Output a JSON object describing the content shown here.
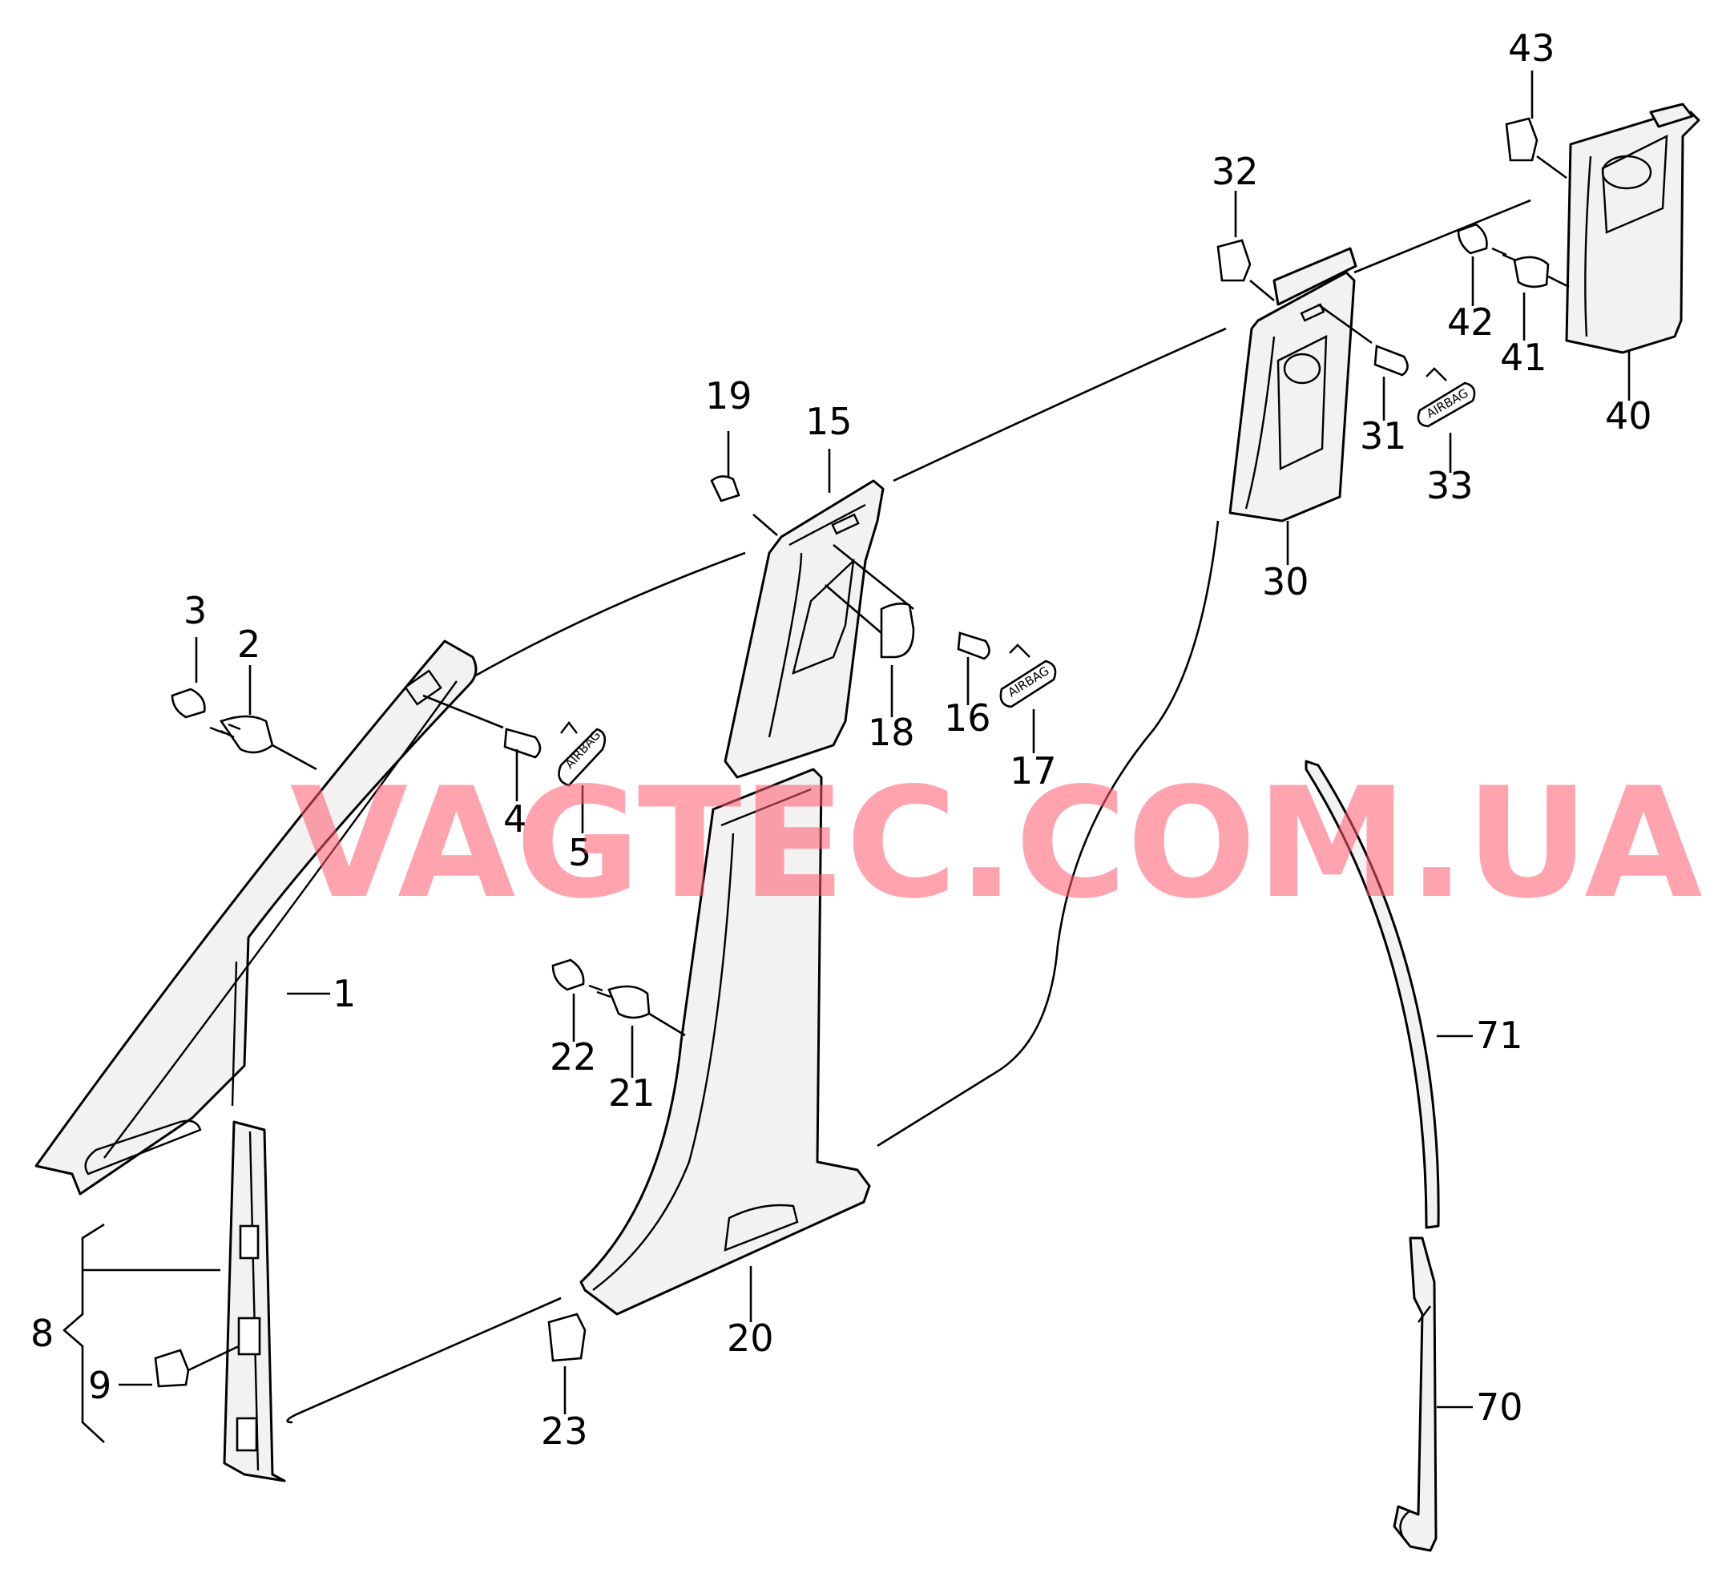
{
  "diagram": {
    "watermark": "VAGTEC.COM.UA",
    "airbag_label": "AIRBAG",
    "part_numbers": {
      "p1": "1",
      "p2": "2",
      "p3": "3",
      "p4": "4",
      "p5": "5",
      "p8": "8",
      "p9": "9",
      "p15": "15",
      "p16": "16",
      "p17": "17",
      "p18": "18",
      "p19": "19",
      "p20": "20",
      "p21": "21",
      "p22": "22",
      "p23": "23",
      "p30": "30",
      "p31": "31",
      "p32": "32",
      "p33": "33",
      "p40": "40",
      "p41": "41",
      "p42": "42",
      "p43": "43",
      "p70": "70",
      "p71": "71"
    }
  }
}
